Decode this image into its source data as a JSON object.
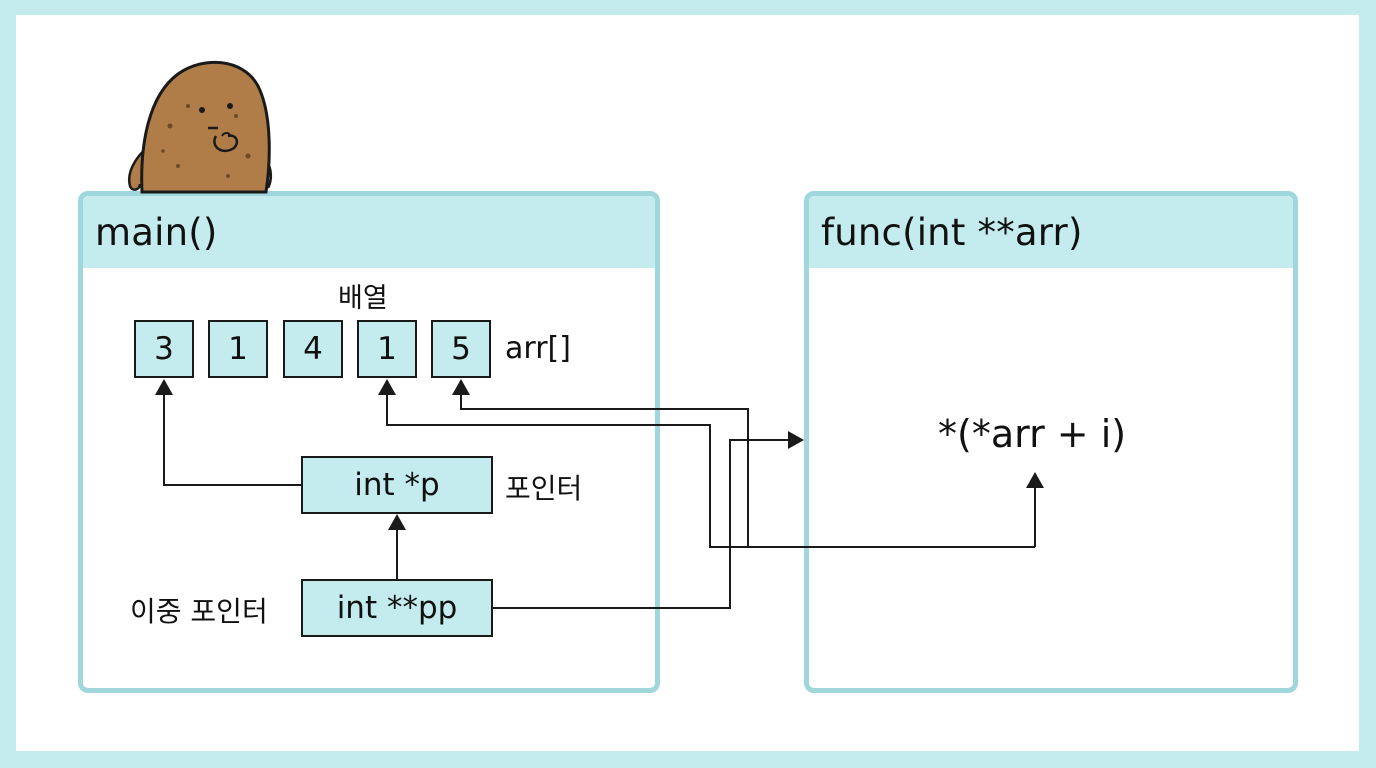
{
  "main_panel": {
    "title": "main()"
  },
  "func_panel": {
    "title": "func(int **arr)"
  },
  "array": {
    "heading": "배열",
    "name": "arr[]",
    "values": [
      "3",
      "1",
      "4",
      "1",
      "5"
    ]
  },
  "pointer": {
    "code": "int *p",
    "label": "포인터"
  },
  "double_pointer": {
    "code": "int **pp",
    "label": "이중 포인터"
  },
  "expression": "*(*arr + i)",
  "colors": {
    "background": "#c4ebee",
    "panel_border": "#9fd7dd",
    "box_fill": "#c4ebee",
    "line": "#1a1a1a"
  },
  "mascot": {
    "icon": "potato-mascot-icon"
  }
}
